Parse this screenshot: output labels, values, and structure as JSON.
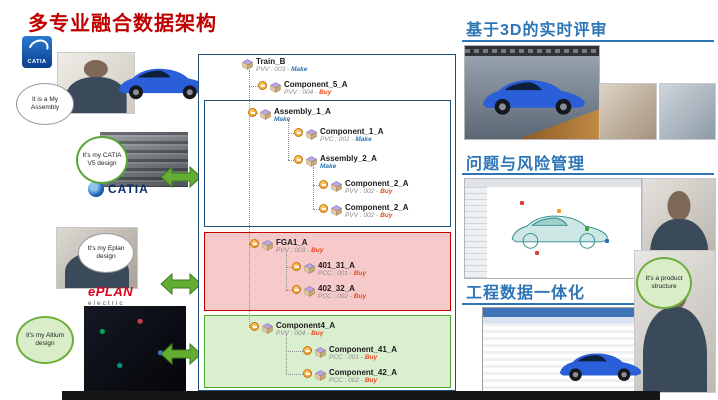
{
  "title": "多专业融合数据架构",
  "colors": {
    "title_red": "#c00000",
    "heading_blue": "#2e75b6",
    "arrow_green": "#63ad33",
    "make_blue": "#2e75b6",
    "buy_red": "#e8491d",
    "fga_box_pink": "#f6caca",
    "component_box_green": "#d9efd0"
  },
  "sections": {
    "review3d": "基于3D的实时评审",
    "risk": "问题与风险管理",
    "engineering": "工程数据一体化"
  },
  "bubbles": {
    "assembly": "It is a My Assembly",
    "catia": "It's my CATIA V5 design",
    "eplan": "It's my Eplan design",
    "altium": "It's my Altium design",
    "product": "It's a product structure"
  },
  "logos": {
    "catia_badge": "CATIA",
    "ds_catia": "CATIA",
    "eplan_top": "ePLAN",
    "eplan_sub": "electric"
  },
  "tree": {
    "nodes": [
      {
        "label": "Train_B",
        "prefix": "PVV : 003 -",
        "value": "Make"
      },
      {
        "label": "Component_5_A",
        "prefix": "PVV : 004 -",
        "value": "Buy"
      },
      {
        "label": "Assembly_1_A",
        "prefix": "",
        "value": "Make"
      },
      {
        "label": "Component_1_A",
        "prefix": "PVC : 001 -",
        "value": "Make"
      },
      {
        "label": "Assembly_2_A",
        "prefix": "",
        "value": "Make"
      },
      {
        "label": "Component_2_A",
        "prefix": "PVV : 002 -",
        "value": "Buy"
      },
      {
        "label": "Component_2_A",
        "prefix": "PVV : 002 -",
        "value": "Buy"
      },
      {
        "label": "FGA1_A",
        "prefix": "PVV : 003 -",
        "value": "Buy"
      },
      {
        "label": "401_31_A",
        "prefix": "PCC : 001 -",
        "value": "Buy"
      },
      {
        "label": "402_32_A",
        "prefix": "PCC : 002 -",
        "value": "Buy"
      },
      {
        "label": "Component4_A",
        "prefix": "PVV : 004 -",
        "value": "Buy"
      },
      {
        "label": "Component_41_A",
        "prefix": "PCC : 001 -",
        "value": "Buy"
      },
      {
        "label": "Component_42_A",
        "prefix": "PCC : 002 -",
        "value": "Buy"
      }
    ]
  }
}
